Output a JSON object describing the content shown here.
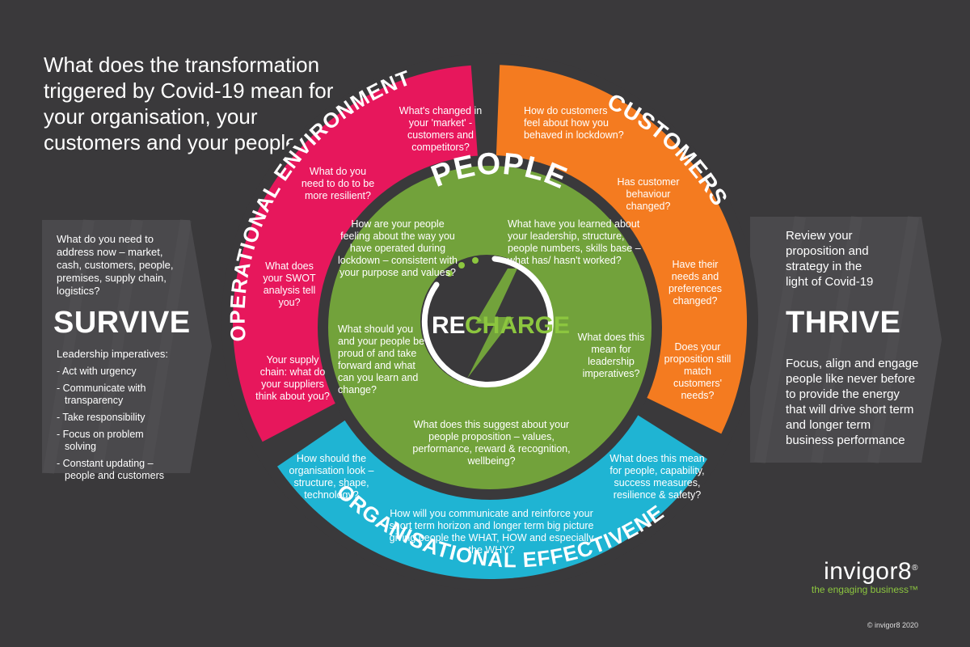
{
  "title": "What does the transformation triggered by Covid-19 mean for your organisation, your customers and your people?",
  "colors": {
    "background": "#3a393b",
    "operational": "#e7175c",
    "customers": "#f47b20",
    "effectiveness": "#1fb4d3",
    "people": "#72a23b",
    "recharge_accent": "#8cc63f"
  },
  "survive": {
    "question": "What do you need to address now – market, cash, customers, people, premises, supply chain, logistics?",
    "heading": "SURVIVE",
    "subheading": "Leadership imperatives:",
    "imperatives": [
      "Act with urgency",
      "Communicate with transparency",
      "Take responsibility",
      "Focus on problem solving",
      "Constant updating – people and customers"
    ]
  },
  "thrive": {
    "intro": "Review your proposition and strategy in the light of Covid-19",
    "heading": "THRIVE",
    "body": "Focus, align and engage people like never before to provide the energy that will drive short term and longer term business performance"
  },
  "segments": {
    "operational": {
      "label": "OPERATIONAL ENVIRONMENT",
      "questions": [
        "What's changed in your 'market' - customers and competitors?",
        "What do you need to do to be more resilient?",
        "What does your SWOT analysis tell you?",
        "Your supply chain: what do your suppliers think about you?"
      ]
    },
    "customers": {
      "label": "CUSTOMERS",
      "questions": [
        "How do customers feel about how you behaved in lockdown?",
        "Has customer behaviour changed?",
        "Have their needs and preferences changed?",
        "Does your proposition still match customers' needs?"
      ]
    },
    "effectiveness": {
      "label": "ORGANISATIONAL EFFECTIVENESS",
      "questions": [
        "How should the organisation look – structure, shape, technology?",
        "How will you communicate and reinforce your short term horizon and longer term big picture giving people the WHAT, HOW and especially the WHY?",
        "What does this mean for people, capability, success measures, resilience & safety?"
      ]
    },
    "people": {
      "label": "PEOPLE",
      "questions": [
        "How are your people feeling about the way you have operated during lockdown – consistent with your purpose and values?",
        "What have you learned about your leadership, structure, people numbers, skills base – what has/ hasn't worked?",
        "What should you and your people be proud of and take forward and what can you learn and change?",
        "What does this mean for leadership imperatives?",
        "What does this suggest about your people proposition – values, performance, reward & recognition, wellbeing?"
      ]
    }
  },
  "recharge": {
    "part1": "RE",
    "part2": "CHARGE"
  },
  "brand": {
    "name": "invigor8",
    "reg": "®",
    "tagline": "the engaging business™",
    "copyright": "© invigor8 2020"
  }
}
